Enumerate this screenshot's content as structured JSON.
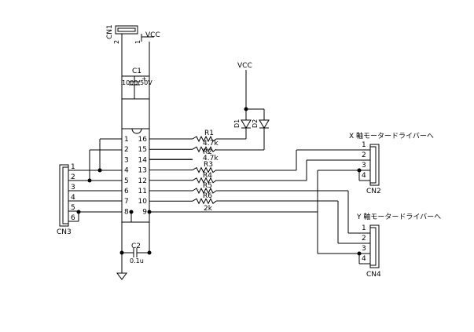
{
  "labels": {
    "vcc_top": "VCC",
    "vcc_led": "VCC",
    "cn1": "CN1",
    "cn1_pin2": "2",
    "cn1_pin1": "1",
    "c1": "C1",
    "c1_plus": "+",
    "c1_value": "1000/50V",
    "r1": "R1",
    "r1_value": "4.7k",
    "r2": "R2",
    "r2_value": "4.7k",
    "r3": "R3",
    "r4": "R4",
    "r5": "R5",
    "r6": "R6",
    "r6_value": "2k",
    "d1": "D1",
    "d2": "D2",
    "c2": "C2",
    "c2_value": "0.1u",
    "cn2": "CN2",
    "cn3": "CN3",
    "cn4": "CN4",
    "x_driver": "X 軸モータードライバーへ",
    "y_driver": "Y 軸モータードライバーへ"
  },
  "ic_pins_left": [
    "1",
    "2",
    "3",
    "4",
    "5",
    "6",
    "7",
    "8"
  ],
  "ic_pins_right": [
    "16",
    "15",
    "14",
    "13",
    "12",
    "11",
    "10",
    "9"
  ],
  "cn3_pins": [
    "1",
    "2",
    "3",
    "4",
    "5",
    "6"
  ],
  "cn2_pins": [
    "1",
    "2",
    "3",
    "4"
  ],
  "cn4_pins": [
    "1",
    "2",
    "3",
    "4"
  ]
}
